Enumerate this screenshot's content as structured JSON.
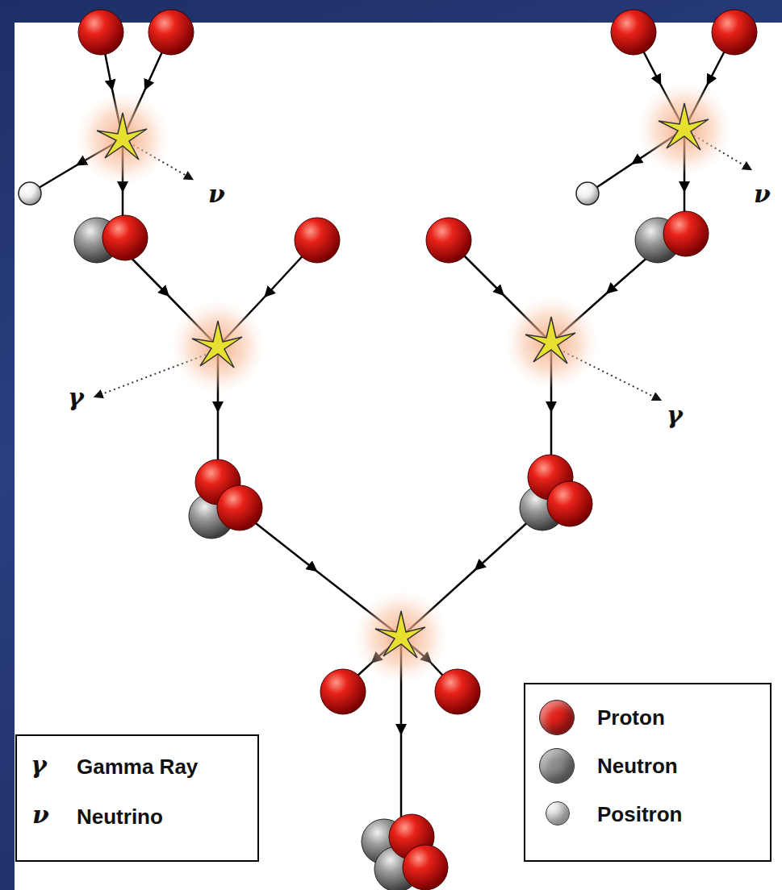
{
  "diagram": {
    "labels": [
      "ν",
      "ν",
      "γ",
      "γ",
      "γ",
      "ν"
    ],
    "legend": [
      {
        "text": "Gamma Ray"
      },
      {
        "text": "Neutrino"
      },
      {
        "text": "Proton",
        "color": "#e0201a"
      },
      {
        "text": "Neutron",
        "color": "#8c8c8c"
      },
      {
        "text": "Positron",
        "color": "#f2f2f2"
      }
    ]
  }
}
